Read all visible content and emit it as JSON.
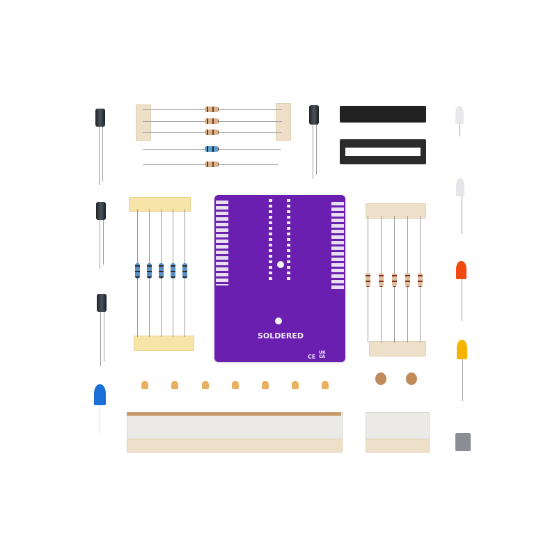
{
  "pcb": {
    "brand": "SOLDERED",
    "ce_mark": "CE",
    "ukca_mark": "UK CA",
    "color": "#6b1fb1"
  },
  "colors": {
    "background": "#ffffff",
    "led_red": "#f04a10",
    "led_yellow": "#f5b400",
    "led_blue": "#1c6fd6",
    "capacitor": "#2a2f35"
  }
}
